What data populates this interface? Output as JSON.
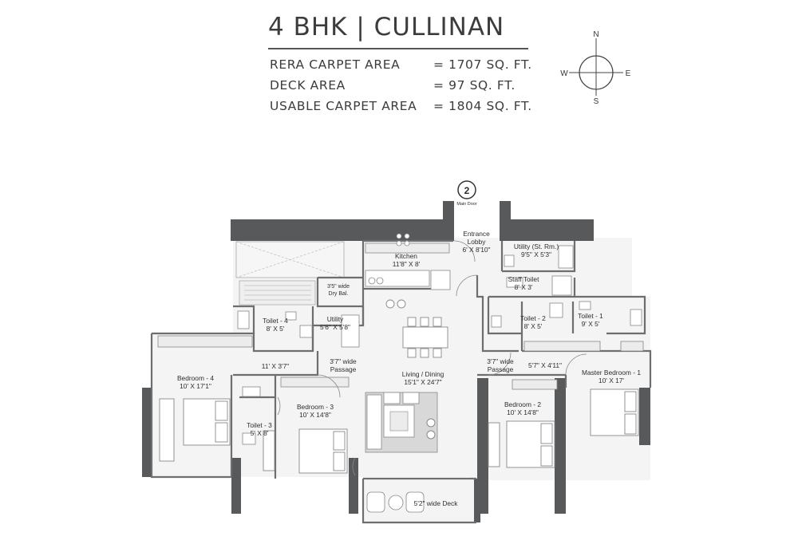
{
  "header": {
    "title": "4 BHK | CULLINAN",
    "areas": [
      {
        "label": "RERA CARPET AREA",
        "value": "= 1707 SQ. FT."
      },
      {
        "label": "DECK AREA",
        "value": "= 97 SQ. FT."
      },
      {
        "label": "USABLE CARPET AREA",
        "value": "= 1804 SQ. FT."
      }
    ]
  },
  "compass": {
    "n": "N",
    "s": "S",
    "e": "E",
    "w": "W"
  },
  "entry": {
    "marker": "2",
    "label": "Main Door"
  },
  "rooms": {
    "entrance_lobby": {
      "name": "Entrance",
      "name2": "Lobby",
      "size": "6' X 8'10\""
    },
    "kitchen": {
      "name": "Kitchen",
      "size": "11'8\" X 8'"
    },
    "utility_st": {
      "name": "Utility (St. Rm.)",
      "size": "9'5\" X 5'3\""
    },
    "staff_toilet": {
      "name": "Staff Toilet",
      "size": "8' X 3'"
    },
    "dry_bal": {
      "name": "3'5\" wide",
      "size": "Dry Bal."
    },
    "toilet4": {
      "name": "Toilet - 4",
      "size": "8' X 5'"
    },
    "utility": {
      "name": "Utility",
      "size": "5'6\" X 5'8\""
    },
    "toilet2": {
      "name": "Toilet - 2",
      "size": "8' X 5'"
    },
    "toilet1": {
      "name": "Toilet - 1",
      "size": "9' X 5'"
    },
    "passage_left_dim": {
      "size": "11' X 3'7\""
    },
    "passage_left": {
      "name": "3'7\" wide",
      "size": "Passage"
    },
    "passage_right": {
      "name": "3'7\" wide",
      "size": "Passage"
    },
    "passage_right_dim": {
      "size": "5'7\" X 4'11\""
    },
    "living": {
      "name": "Living / Dining",
      "size": "15'1\" X 24'7\""
    },
    "bedroom4": {
      "name": "Bedroom - 4",
      "size": "10' X 17'1\""
    },
    "bedroom3": {
      "name": "Bedroom - 3",
      "size": "10' X 14'8\""
    },
    "toilet3": {
      "name": "Toilet - 3",
      "size": "5' X 8'"
    },
    "bedroom2": {
      "name": "Bedroom - 2",
      "size": "10' X 14'8\""
    },
    "master": {
      "name": "Master Bedroom - 1",
      "size": "10' X 17'"
    },
    "deck": {
      "name": "5'2\" wide Deck"
    }
  },
  "colors": {
    "wall": "#58595b",
    "line": "#6d6e70",
    "floor": "#f3f3f3",
    "furniture": "#dcdcdc"
  }
}
